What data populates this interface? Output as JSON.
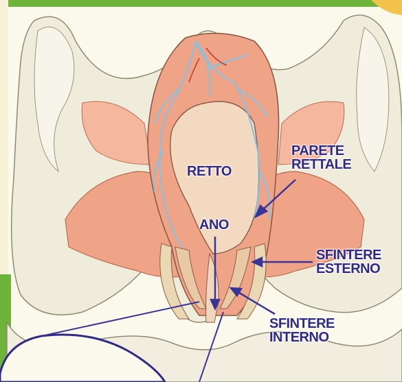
{
  "labels": {
    "retto": "RETTO",
    "ano": "ANO",
    "parete_rettale": {
      "line1": "PARETE",
      "line2": "RETTALE"
    },
    "sfintere_esterno": {
      "line1": "SFINTERE",
      "line2": "ESTERNO"
    },
    "sfintere_interno": {
      "line1": "SFINTERE",
      "line2": "INTERNO"
    }
  },
  "colors": {
    "label_text": "#2e2a86",
    "arrow": "#3a3496",
    "bone": "#efecdc",
    "muscle": "#f0a487",
    "vessel": "#7fc3e8",
    "frame_green": "#6fb43a",
    "cavity": "#f3d9bf"
  }
}
